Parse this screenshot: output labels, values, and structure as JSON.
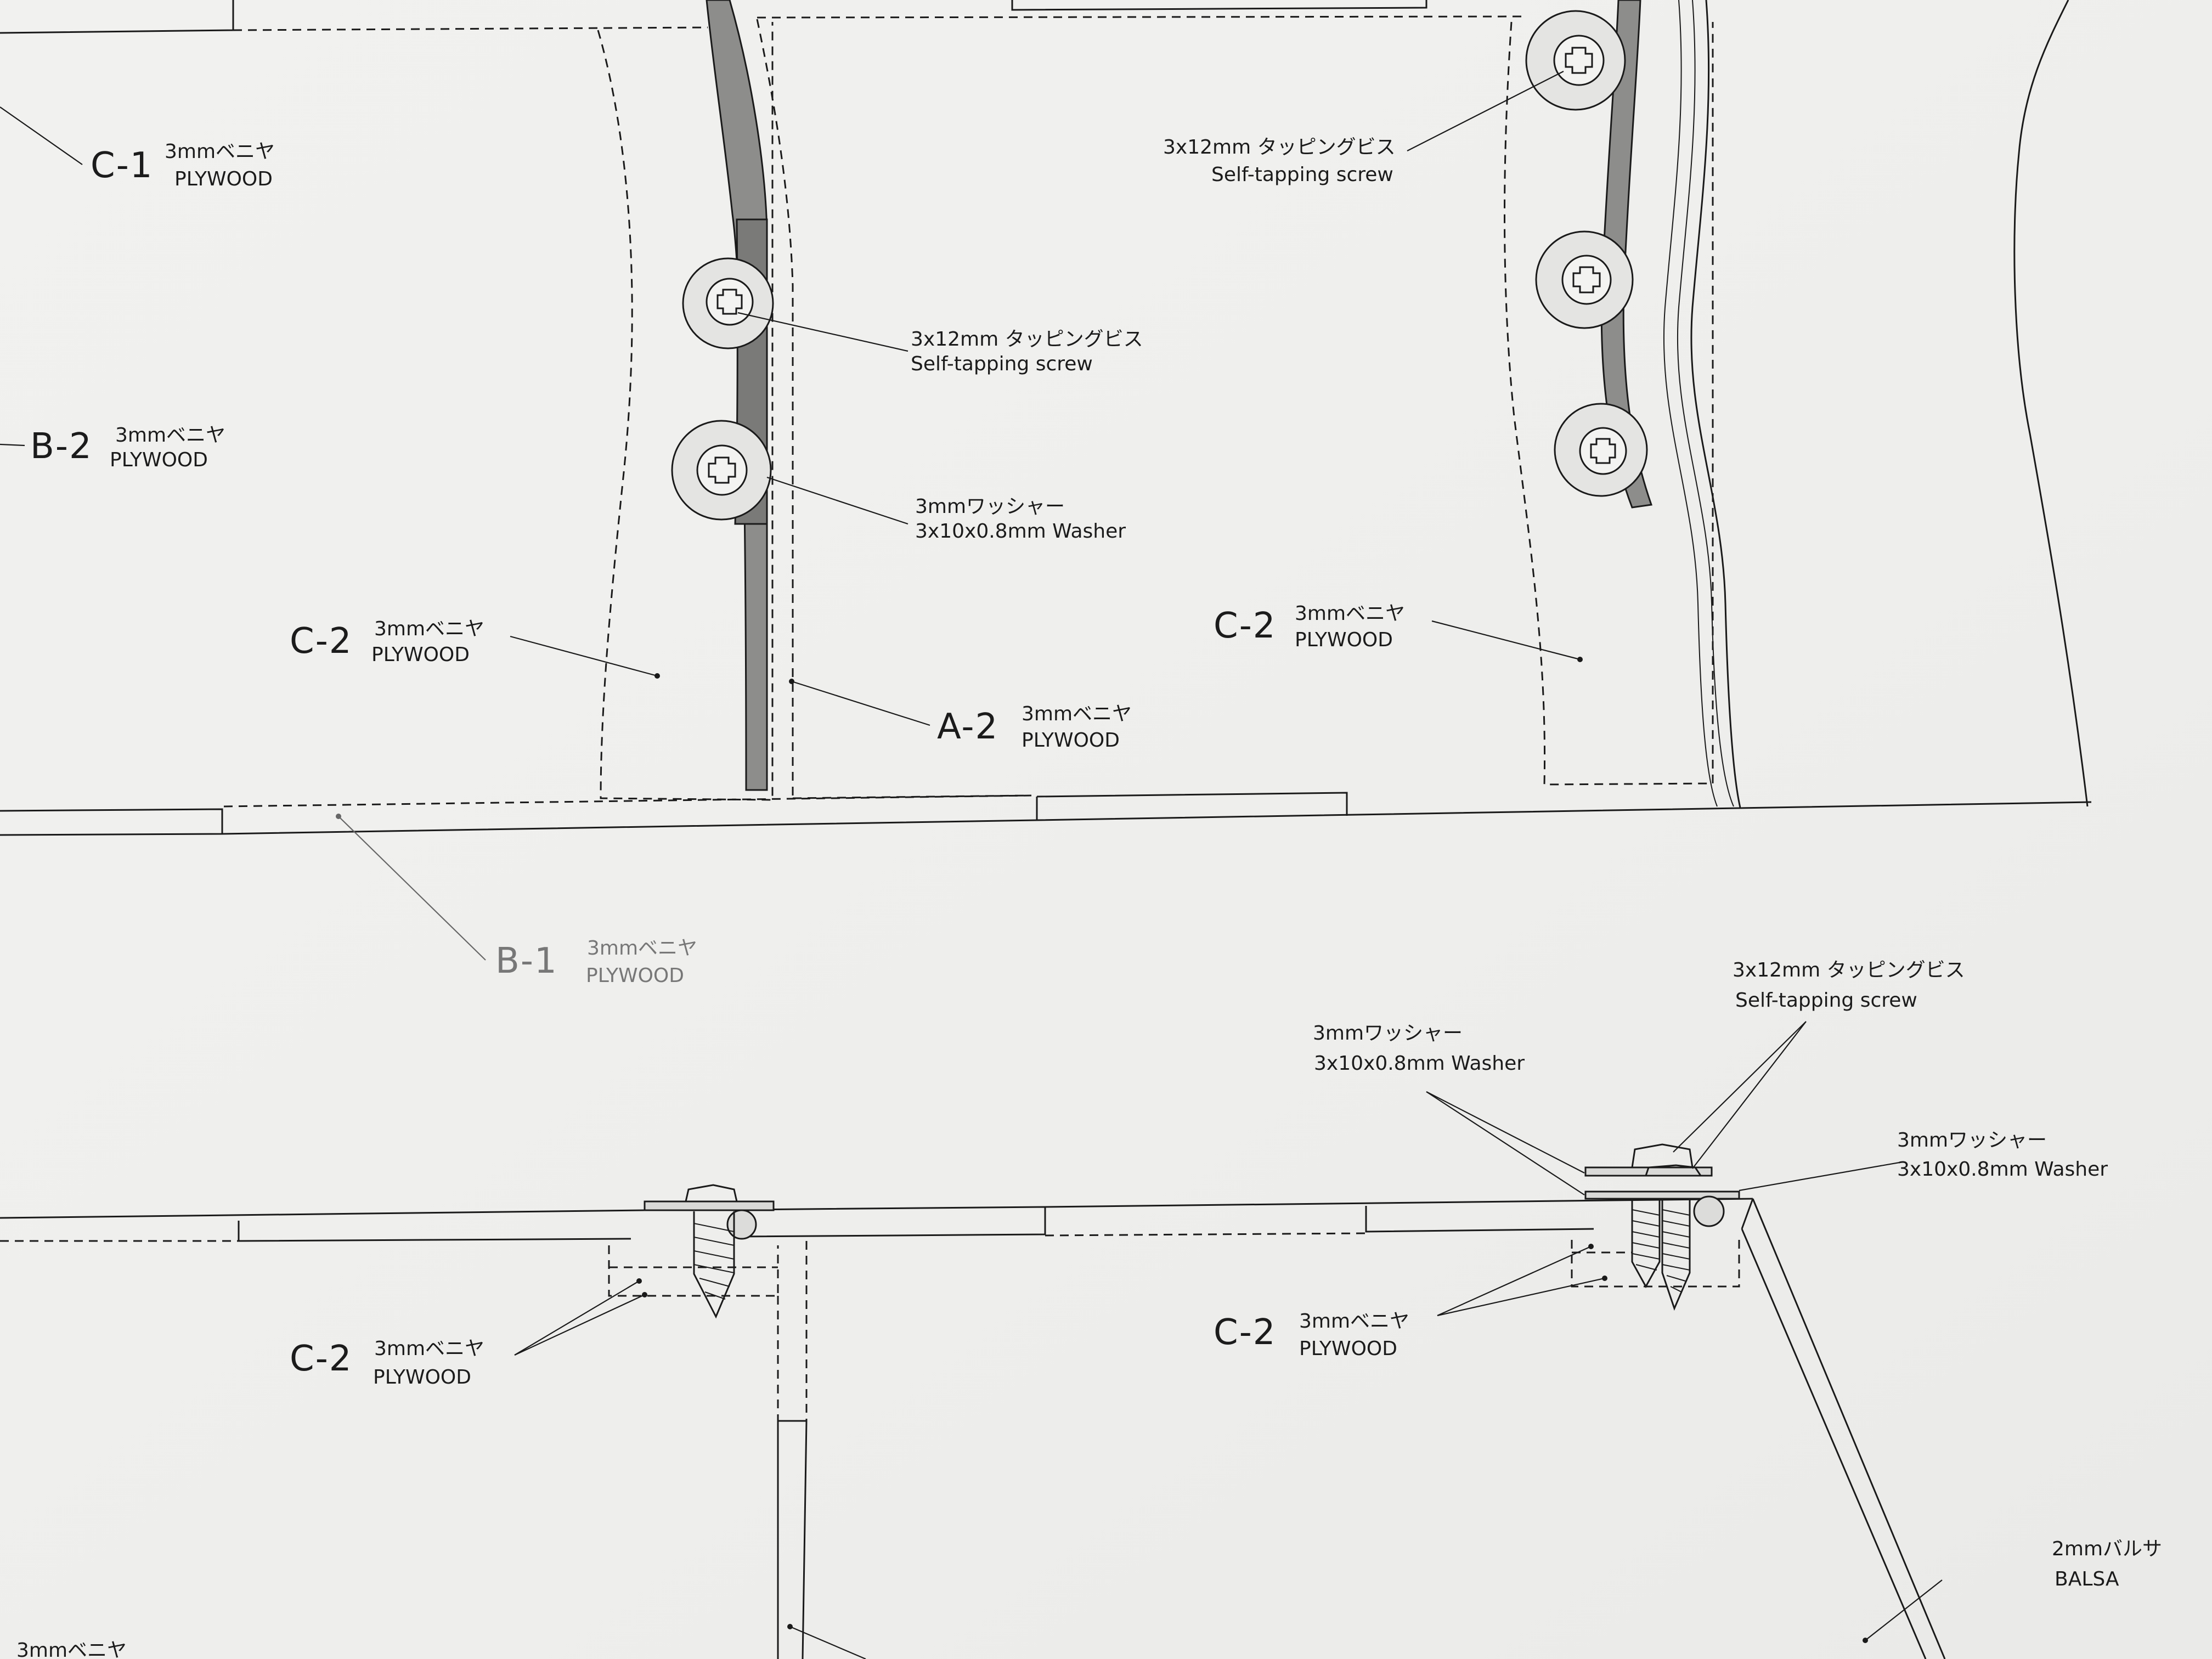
{
  "top_view": {
    "labels": {
      "c1": {
        "part": "C-1",
        "size": "3mmベニヤ",
        "material": "PLYWOOD"
      },
      "b2": {
        "part": "B-2",
        "size": "3mmベニヤ",
        "material": "PLYWOOD"
      },
      "c2_left": {
        "part": "C-2",
        "size": "3mmベニヤ",
        "material": "PLYWOOD"
      },
      "a2": {
        "part": "A-2",
        "size": "3mmベニヤ",
        "material": "PLYWOOD"
      },
      "c2_right": {
        "part": "C-2",
        "size": "3mmベニヤ",
        "material": "PLYWOOD"
      },
      "b1": {
        "part": "B-1",
        "size": "3mmベニヤ",
        "material": "PLYWOOD"
      }
    },
    "screw_left": {
      "jp": "3x12mm タッピングビス",
      "en": "Self-tapping screw"
    },
    "washer_left": {
      "jp": "3mmワッシャー",
      "en": "3x10x0.8mm Washer"
    },
    "screw_right": {
      "jp": "3x12mm タッピングビス",
      "en": "Self-tapping screw"
    }
  },
  "section_view": {
    "washer_top": {
      "jp": "3mmワッシャー",
      "en": "3x10x0.8mm Washer"
    },
    "screw_top": {
      "jp": "3x12mm タッピングビス",
      "en": "Self-tapping screw"
    },
    "washer_right": {
      "jp": "3mmワッシャー",
      "en": "3x10x0.8mm Washer"
    },
    "c2_left": {
      "part": "C-2",
      "size": "3mmベニヤ",
      "material": "PLYWOOD"
    },
    "c2_right": {
      "part": "C-2",
      "size": "3mmベニヤ",
      "material": "PLYWOOD"
    },
    "balsa": {
      "jp": "2mmバルサ",
      "en": "BALSA"
    },
    "partial_cut_label": "3mmベニヤ"
  }
}
